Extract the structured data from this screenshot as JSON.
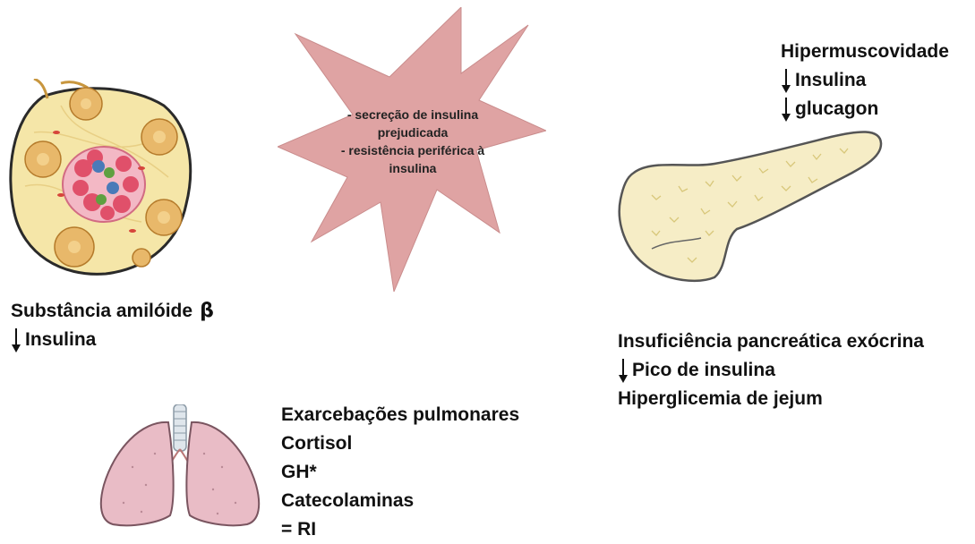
{
  "star": {
    "lines": [
      "- secreção de insulina",
      "prejudicada",
      "- resistência periférica à",
      "insulina"
    ],
    "color": "#dfa3a3"
  },
  "islet_caption": {
    "line1": "Substância amilóide",
    "beta": "β",
    "line2": "Insulina"
  },
  "muscle_caption": {
    "line1": "Hipermuscovidade",
    "line2": "Insulina",
    "line3": "glucagon"
  },
  "pancreas_caption": {
    "line1": "Insuficiência pancreática exócrina",
    "line2": "Pico de insulina",
    "line3": "Hiperglicemia de jejum"
  },
  "lung_caption": {
    "line1": "Exarcebações pulmonares",
    "line2": "Cortisol",
    "line3": "GH*",
    "line4": "Catecolaminas",
    "line5": "= RI"
  },
  "icons": [
    "islet-illustration",
    "pancreas-illustration",
    "lungs-illustration",
    "down-arrow-icon"
  ],
  "colors": {
    "islet_bg": "#f5e6a8",
    "acinus": "#e8b86a",
    "islet_cells": "#e86b7e",
    "pancreas": "#f6edc6",
    "lungs": "#e9bcc6"
  }
}
